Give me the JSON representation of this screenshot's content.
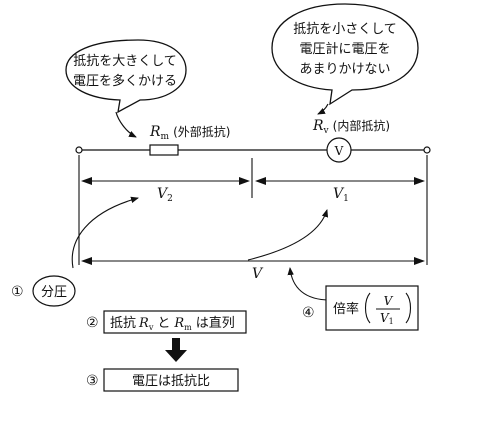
{
  "bubbles": {
    "left_line1": "抵抗を大きくして",
    "left_line2": "電圧を多くかける",
    "right_line1": "抵抗を小さくして",
    "right_line2": "電圧計に電圧を",
    "right_line3": "あまりかけない"
  },
  "circuit": {
    "rm_symbol": "R",
    "rm_sub": "m",
    "rm_desc": "(外部抵抗)",
    "rv_symbol": "R",
    "rv_sub": "v",
    "rv_desc": "(内部抵抗)",
    "meter_label": "V"
  },
  "voltages": {
    "v2_symbol": "V",
    "v2_sub": "2",
    "v1_symbol": "V",
    "v1_sub": "1",
    "v_total": "V"
  },
  "notes": {
    "n1_num": "①",
    "n1_text": "分圧",
    "n2_num": "②",
    "n2_pre": "抵抗",
    "n2_r1": "R",
    "n2_r1_sub": "v",
    "n2_and": "と",
    "n2_r2": "R",
    "n2_r2_sub": "m",
    "n2_post": "は直列",
    "n3_num": "③",
    "n3_text": "電圧は抵抗比",
    "n4_num": "④",
    "n4_text": "倍率",
    "n4_num_sym": "V",
    "n4_den_sym": "V",
    "n4_den_sub": "1"
  }
}
